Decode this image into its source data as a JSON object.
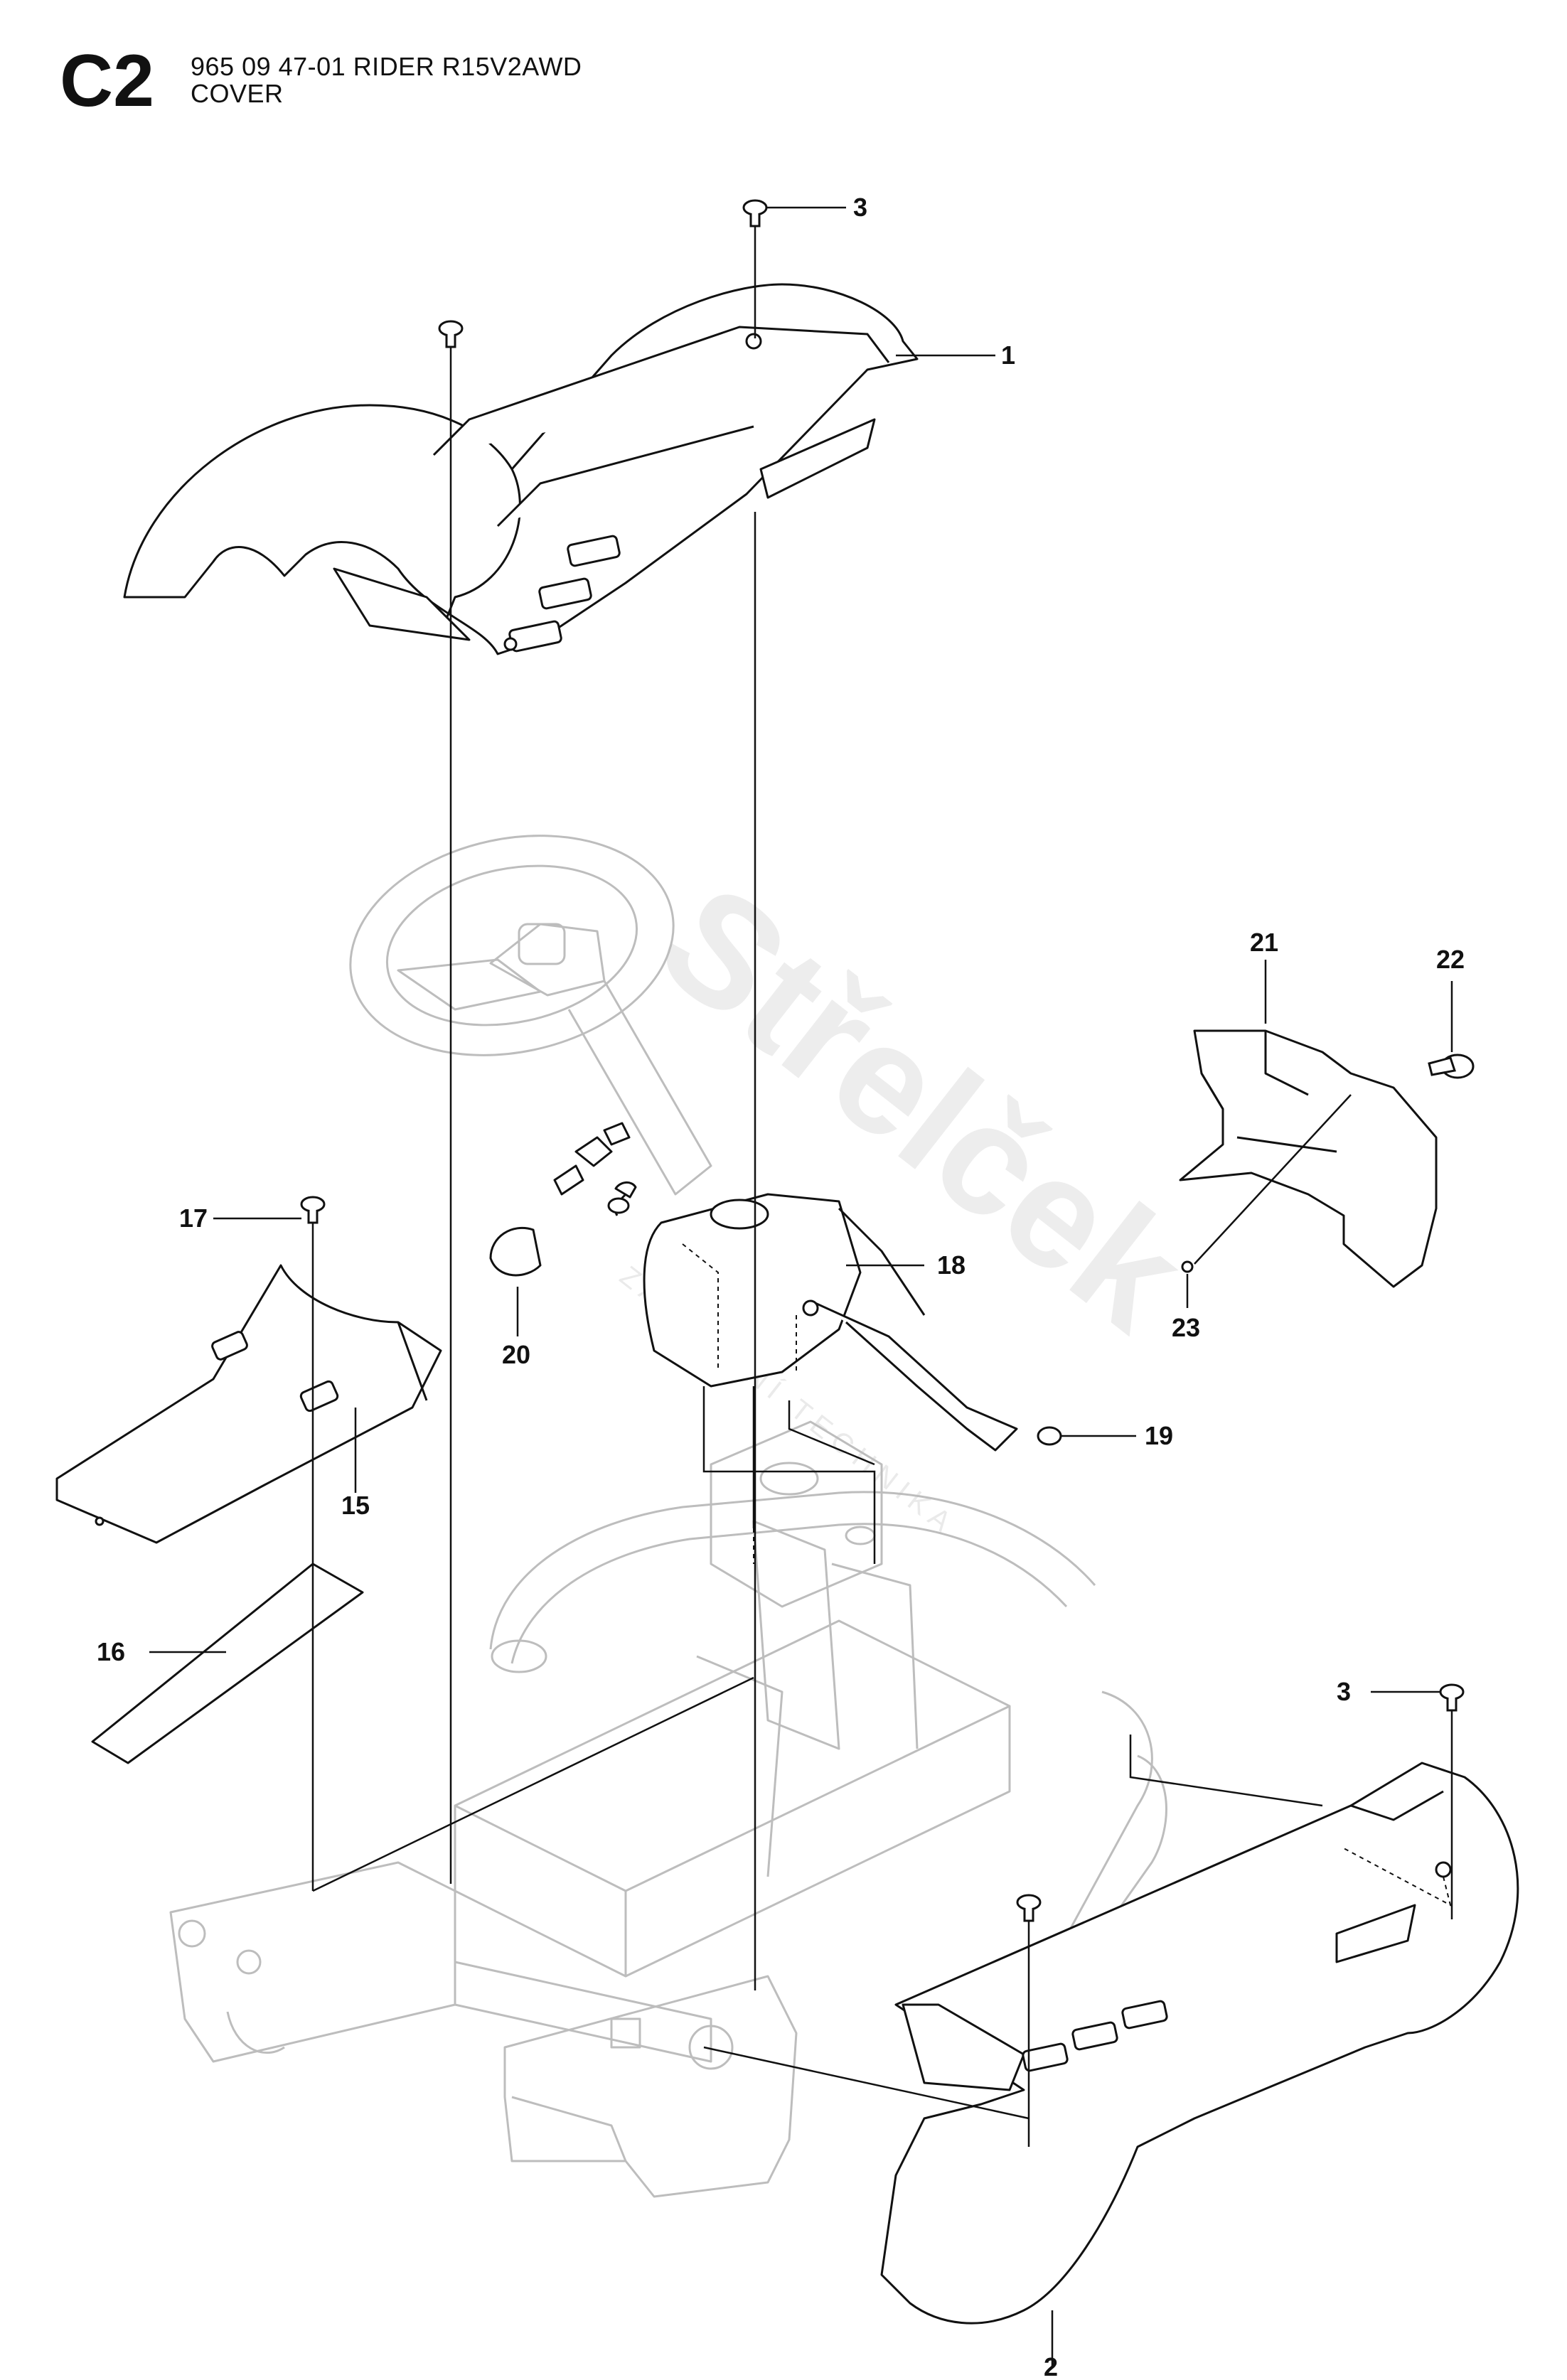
{
  "header": {
    "section_code": "C2",
    "line1": "965 09 47-01 RIDER R15V2AWD",
    "line2": "COVER"
  },
  "watermark": {
    "text": "Střelček",
    "sub": "ZAHRADNÍ TECHNIKA"
  },
  "callouts": [
    {
      "id": "c3a",
      "label": "3"
    },
    {
      "id": "c1",
      "label": "1"
    },
    {
      "id": "c21",
      "label": "21"
    },
    {
      "id": "c22",
      "label": "22"
    },
    {
      "id": "c17",
      "label": "17"
    },
    {
      "id": "c18",
      "label": "18"
    },
    {
      "id": "c23",
      "label": "23"
    },
    {
      "id": "c20",
      "label": "20"
    },
    {
      "id": "c19",
      "label": "19"
    },
    {
      "id": "c15",
      "label": "15"
    },
    {
      "id": "c16",
      "label": "16"
    },
    {
      "id": "c3b",
      "label": "3"
    },
    {
      "id": "c2",
      "label": "2"
    }
  ],
  "colors": {
    "line": "#111111",
    "ghost": "#bdbdbd",
    "fill": "#ffffff"
  }
}
